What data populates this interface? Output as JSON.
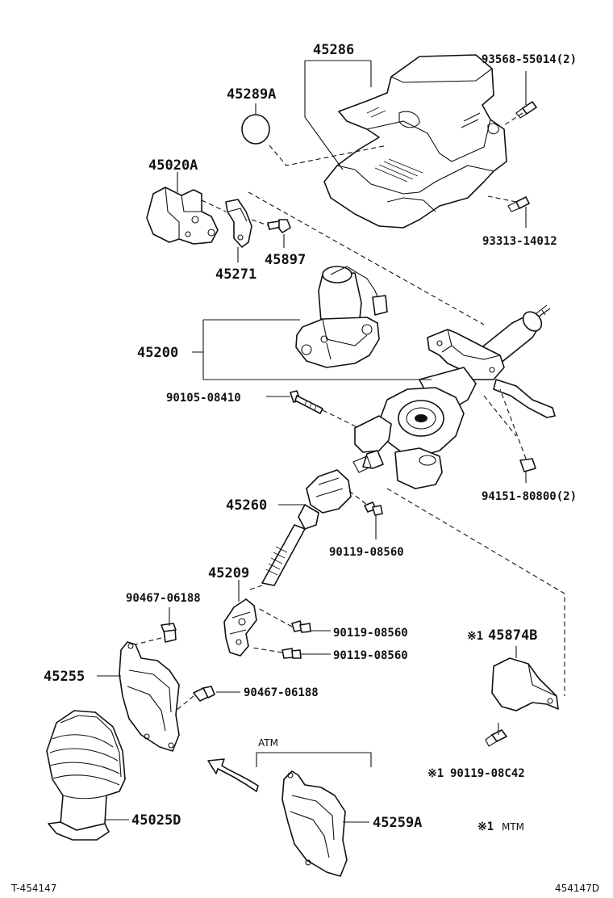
{
  "diagram": {
    "labels": {
      "p45286": "45286",
      "p45289A": "45289A",
      "p93568": "93568-55014(2)",
      "p93313": "93313-14012",
      "p45020A": "45020A",
      "p45897": "45897",
      "p45271": "45271",
      "p45200": "45200",
      "p90105": "90105-08410",
      "p94151": "94151-80800(2)",
      "p45260": "45260",
      "p90119a": "90119-08560",
      "p45209": "45209",
      "p90467a": "90467-06188",
      "p90119b": "90119-08560",
      "p90119c": "90119-08560",
      "p45874B": "45874B",
      "p45255": "45255",
      "p90467b": "90467-06188",
      "p90119d": "90119-08C42",
      "atm": "ATM",
      "p45025D": "45025D",
      "p45259A": "45259A",
      "mtm": "MTM",
      "mark1": "※1",
      "mark2": "※1",
      "mark3": "※1"
    },
    "footer": {
      "left": "T-454147",
      "right": "454147D"
    }
  }
}
